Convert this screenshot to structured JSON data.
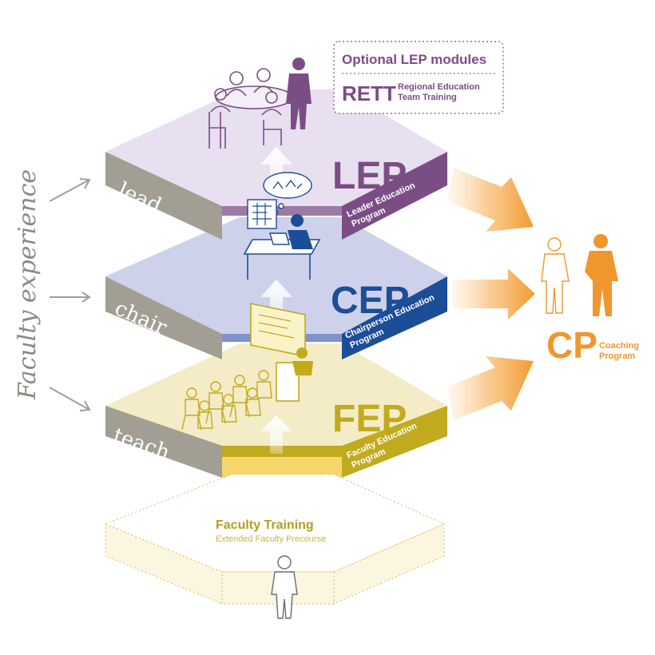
{
  "colors": {
    "lep": "#7b4d85",
    "lep_top": "#e6dcef",
    "cep": "#1c4d99",
    "cep_top": "#c8cde6",
    "fep": "#c2aa1e",
    "fep_top": "#f1e9bd",
    "gray": "#a39e93",
    "coach": "#f0962d",
    "training": "#b79f1f",
    "training_sub": "#c9b24a",
    "axis": "#8e8a82"
  },
  "side_label": "Faculty experience",
  "optional_box": {
    "title": "Optional LEP modules",
    "rett_abbr": "RETT",
    "rett_line1": "Regional Education",
    "rett_line2": "Team Training"
  },
  "levels": [
    {
      "role": "lead",
      "abbr": "LEP",
      "name_line1": "Leader Education",
      "name_line2": "Program"
    },
    {
      "role": "chair",
      "abbr": "CEP",
      "name_line1": "Chairperson Education",
      "name_line2": "Program"
    },
    {
      "role": "teach",
      "abbr": "FEP",
      "name_line1": "Faculty Education",
      "name_line2": "Program"
    }
  ],
  "coaching": {
    "abbr": "CP",
    "name_line1": "Coaching",
    "name_line2": "Program"
  },
  "training": {
    "title": "Faculty Training",
    "subtitle": "Extended Faculty Precourse"
  },
  "icons": [
    "meeting-table-icon",
    "desk-worker-icon",
    "classroom-icon",
    "presenter-icon",
    "coaching-pair-icon",
    "trainee-figure-icon",
    "thought-bubble-icon",
    "whiteboard-icon"
  ]
}
